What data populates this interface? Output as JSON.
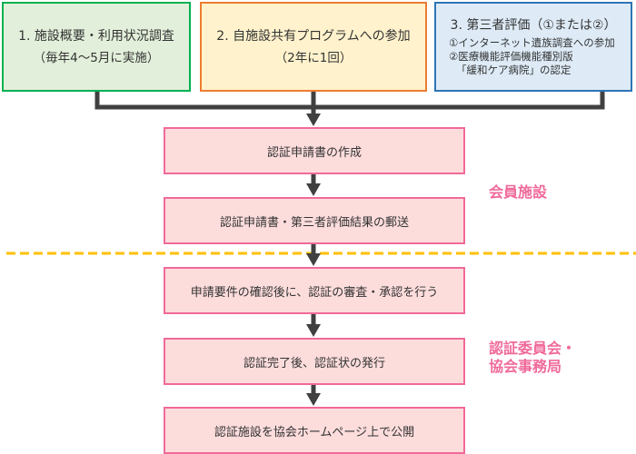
{
  "top_boxes": [
    {
      "title": "1. 施設概要・利用状況調査",
      "subtitle": "（毎年4～5月に実施）"
    },
    {
      "title": "2. 自施設共有プログラムへの参加",
      "subtitle": "（2年に1回）"
    },
    {
      "title": "3. 第三者評価（①または②）",
      "lines": [
        "①インターネット遺族調査への参加",
        "②医療機能評価機能種別版",
        "「緩和ケア病院」の認定"
      ]
    }
  ],
  "steps": [
    "認証申請書の作成",
    "認証申請書・第三者評価結果の郵送",
    "申請要件の確認後に、認証の審査・承認を行う",
    "認証完了後、認証状の発行",
    "認証施設を協会ホームページ上で公開"
  ],
  "side_labels": {
    "member": "会員施設",
    "committee_line1": "認証委員会・",
    "committee_line2": "協会事務局"
  },
  "colors": {
    "box1_border": "#00b050",
    "box2_border": "#ed7d31",
    "box3_border": "#2e75b6",
    "step_border": "#f06a9b",
    "step_fill": "#fddcdc",
    "label": "#f06a9b",
    "divider": "#ffc000",
    "arrow": "#404040"
  }
}
